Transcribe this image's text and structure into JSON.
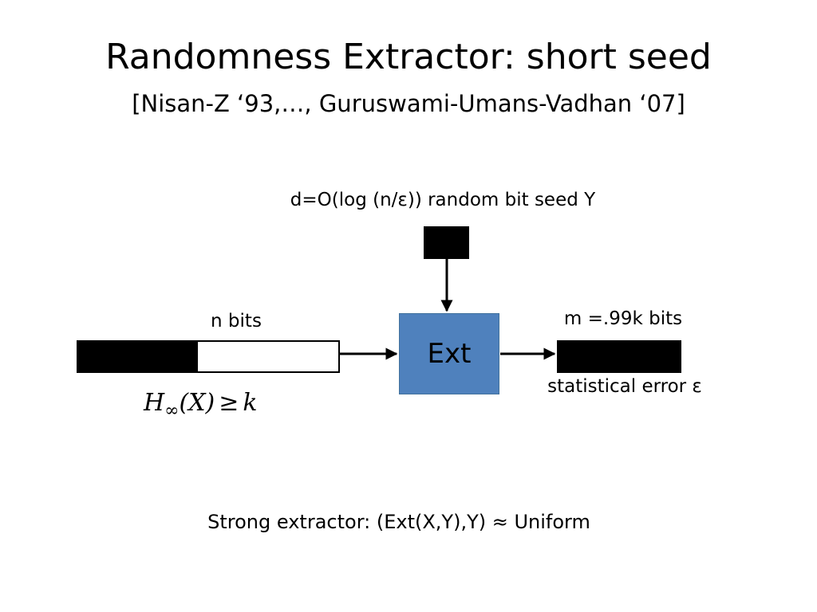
{
  "slide": {
    "title": "Randomness Extractor: short seed",
    "subtitle": "[Nisan-Z ‘93,…, Guruswami-Umans-Vadhan ‘07]"
  },
  "diagram": {
    "seed_label": "d=O(log (n/ε)) random bit seed Y",
    "input_label": "n bits",
    "output_label": "m =.99k bits",
    "error_label": "statistical error ε",
    "extractor_label": "Ext",
    "entropy": {
      "base": "H",
      "subscript": "∞",
      "argument": "(X)",
      "relation": "≥",
      "bound": "k"
    }
  },
  "footer": {
    "strong_extractor": "Strong extractor:  (Ext(X,Y),Y) ≈ Uniform"
  },
  "colors": {
    "extractor_fill": "#4f81bd",
    "extractor_border": "#41719c",
    "block_fill": "#000000",
    "arrow": "#000000"
  }
}
